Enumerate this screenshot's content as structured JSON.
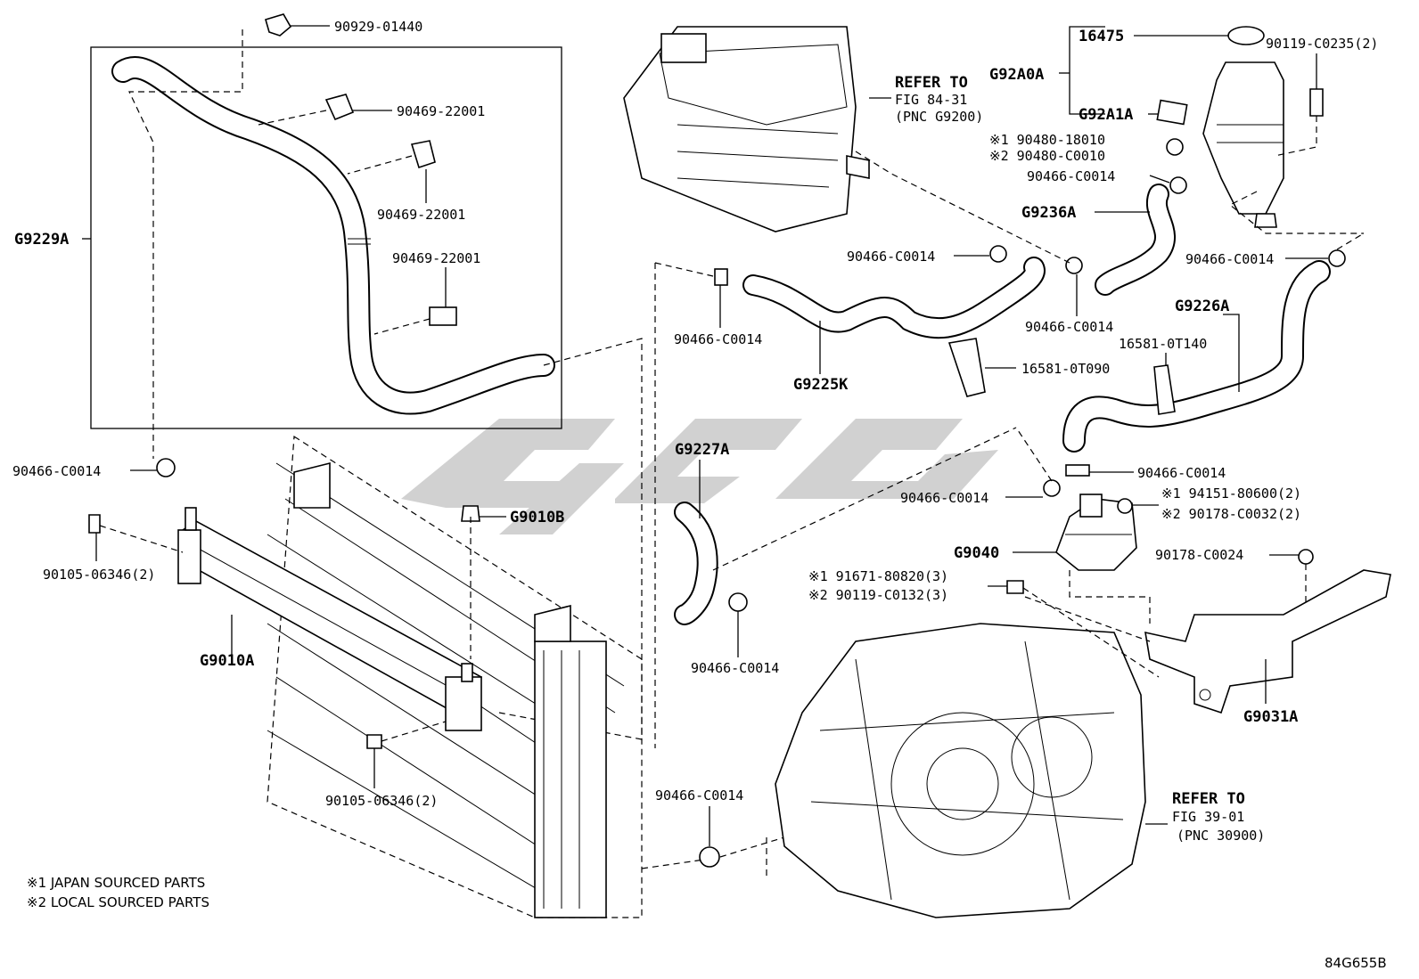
{
  "figure_code": "84G655B",
  "notes": [
    "※1 JAPAN SOURCED PARTS",
    "※2 LOCAL SOURCED PARTS"
  ],
  "refers": [
    {
      "line1": "REFER TO",
      "line2": "FIG 84-31",
      "line3": "(PNC G9200)"
    },
    {
      "line1": "REFER TO",
      "line2": "FIG 39-01",
      "line3": "(PNC 30900)"
    }
  ],
  "callouts": {
    "p90929_01440": "90929-01440",
    "p90469_a": "90469-22001",
    "p90469_b": "90469-22001",
    "p90469_c": "90469-22001",
    "G9229A": "G9229A",
    "c_left": "90466-C0014",
    "G9010B": "G9010B",
    "p90105_a": "90105-06346(2)",
    "G9010A": "G9010A",
    "p90105_b": "90105-06346(2)",
    "c_g9225_a": "90466-C0014",
    "c_g9225_b": "90466-C0014",
    "G9225K": "G9225K",
    "p16581_0T090": "16581-0T090",
    "G9227A": "G9227A",
    "c_g9227": "90466-C0014",
    "c_bottom": "90466-C0014",
    "p16475": "16475",
    "G92A0A": "G92A0A",
    "G92A1A": "G92A1A",
    "p90119_C0235": "90119-C0235(2)",
    "s1_190480": "※1 90480-18010",
    "s2_290480": "※2 90480-C0010",
    "c_tank": "90466-C0014",
    "G9236A": "G9236A",
    "c_g9236": "90466-C0014",
    "c_right": "90466-C0014",
    "G9226A": "G9226A",
    "p16581_0T140": "16581-0T140",
    "c_pump_a": "90466-C0014",
    "c_pump_b": "90466-C0014",
    "s1_94151": "※1 94151-80600(2)",
    "s2_90178": "※2 90178-C0032(2)",
    "G9040": "G9040",
    "p90178_C0024": "90178-C0024",
    "s1_91671": "※1 91671-80820(3)",
    "s2_90119": "※2 90119-C0132(3)",
    "G9031A": "G9031A"
  }
}
